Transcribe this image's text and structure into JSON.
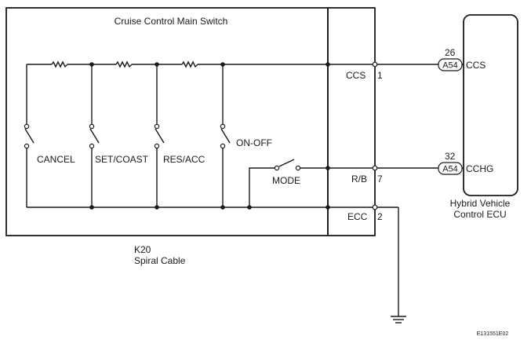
{
  "main_switch": {
    "title": "Cruise Control Main Switch",
    "switches": [
      "CANCEL",
      "SET/COAST",
      "RES/ACC",
      "ON-OFF"
    ],
    "mode_label": "MODE",
    "terminals": [
      {
        "name": "CCS",
        "pin": "1"
      },
      {
        "name": "R/B",
        "pin": "7"
      },
      {
        "name": "ECC",
        "pin": "2"
      }
    ]
  },
  "spiral_cable": {
    "code": "K20",
    "name": "Spiral Cable"
  },
  "ecu": {
    "name_line1": "Hybrid Vehicle",
    "name_line2": "Control ECU",
    "connector": "A54",
    "pins": [
      {
        "pin": "26",
        "label": "CCS"
      },
      {
        "pin": "32",
        "label": "CCHG"
      }
    ]
  },
  "figure_code": "E131551E02"
}
